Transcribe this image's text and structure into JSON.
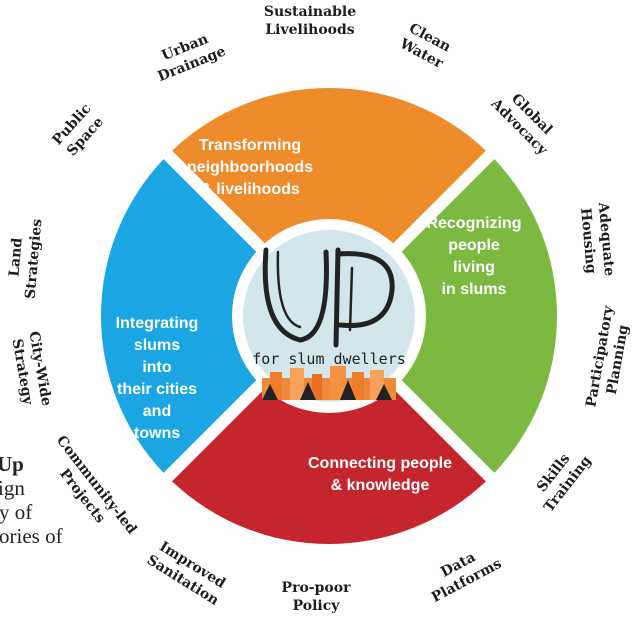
{
  "center": {
    "logo_text": "UP",
    "tagline": "for slum dwellers"
  },
  "quadrants": [
    {
      "lines": [
        "Transforming",
        "neighboorhoods",
        "& livelihoods"
      ],
      "color": "#ee8b2a"
    },
    {
      "lines": [
        "Recognizing",
        "people",
        "living",
        "in slums"
      ],
      "color": "#7cb940"
    },
    {
      "lines": [
        "Connecting people",
        "& knowledge"
      ],
      "color": "#c5262e"
    },
    {
      "lines": [
        "Integrating",
        "slums",
        "into",
        "their cities",
        "and",
        "towns"
      ],
      "color": "#1ba6e3"
    }
  ],
  "outer_labels": [
    {
      "lines": [
        "Sustainable",
        "Livelihoods"
      ]
    },
    {
      "lines": [
        "Clean",
        "Water"
      ]
    },
    {
      "lines": [
        "Global",
        "Advocacy"
      ]
    },
    {
      "lines": [
        "Adequate",
        "Housing"
      ]
    },
    {
      "lines": [
        "Participatory",
        "Planning"
      ]
    },
    {
      "lines": [
        "Skills",
        "Training"
      ]
    },
    {
      "lines": [
        "Data",
        "Platforms"
      ]
    },
    {
      "lines": [
        "Pro-poor",
        "Policy"
      ]
    },
    {
      "lines": [
        "Improved",
        "Sanitation"
      ]
    },
    {
      "lines": [
        "Community-led",
        "Projects"
      ]
    },
    {
      "lines": [
        "City-Wide",
        "Strategy"
      ]
    },
    {
      "lines": [
        "Land",
        "Strategies"
      ]
    },
    {
      "lines": [
        "Public",
        "Space"
      ]
    },
    {
      "lines": [
        "Urban",
        "Drainage"
      ]
    }
  ],
  "side_text": {
    "line1": "Up",
    "line2": "ign",
    "line3": "y  of",
    "line4": "ories of"
  }
}
